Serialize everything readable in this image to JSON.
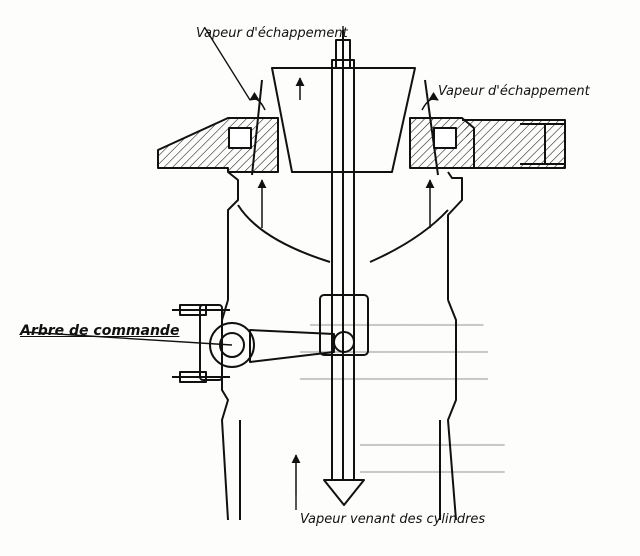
{
  "labels": {
    "top_exhaust": "Vapeur d'échappement",
    "right_exhaust": "Vapeur d'échappement",
    "control_shaft": "Arbre de commande",
    "cylinders_steam": "Vapeur venant des cylindres"
  },
  "colors": {
    "ink": "#111111",
    "paper": "#fdfdfb",
    "bleed_through": "#c8c8c8"
  }
}
